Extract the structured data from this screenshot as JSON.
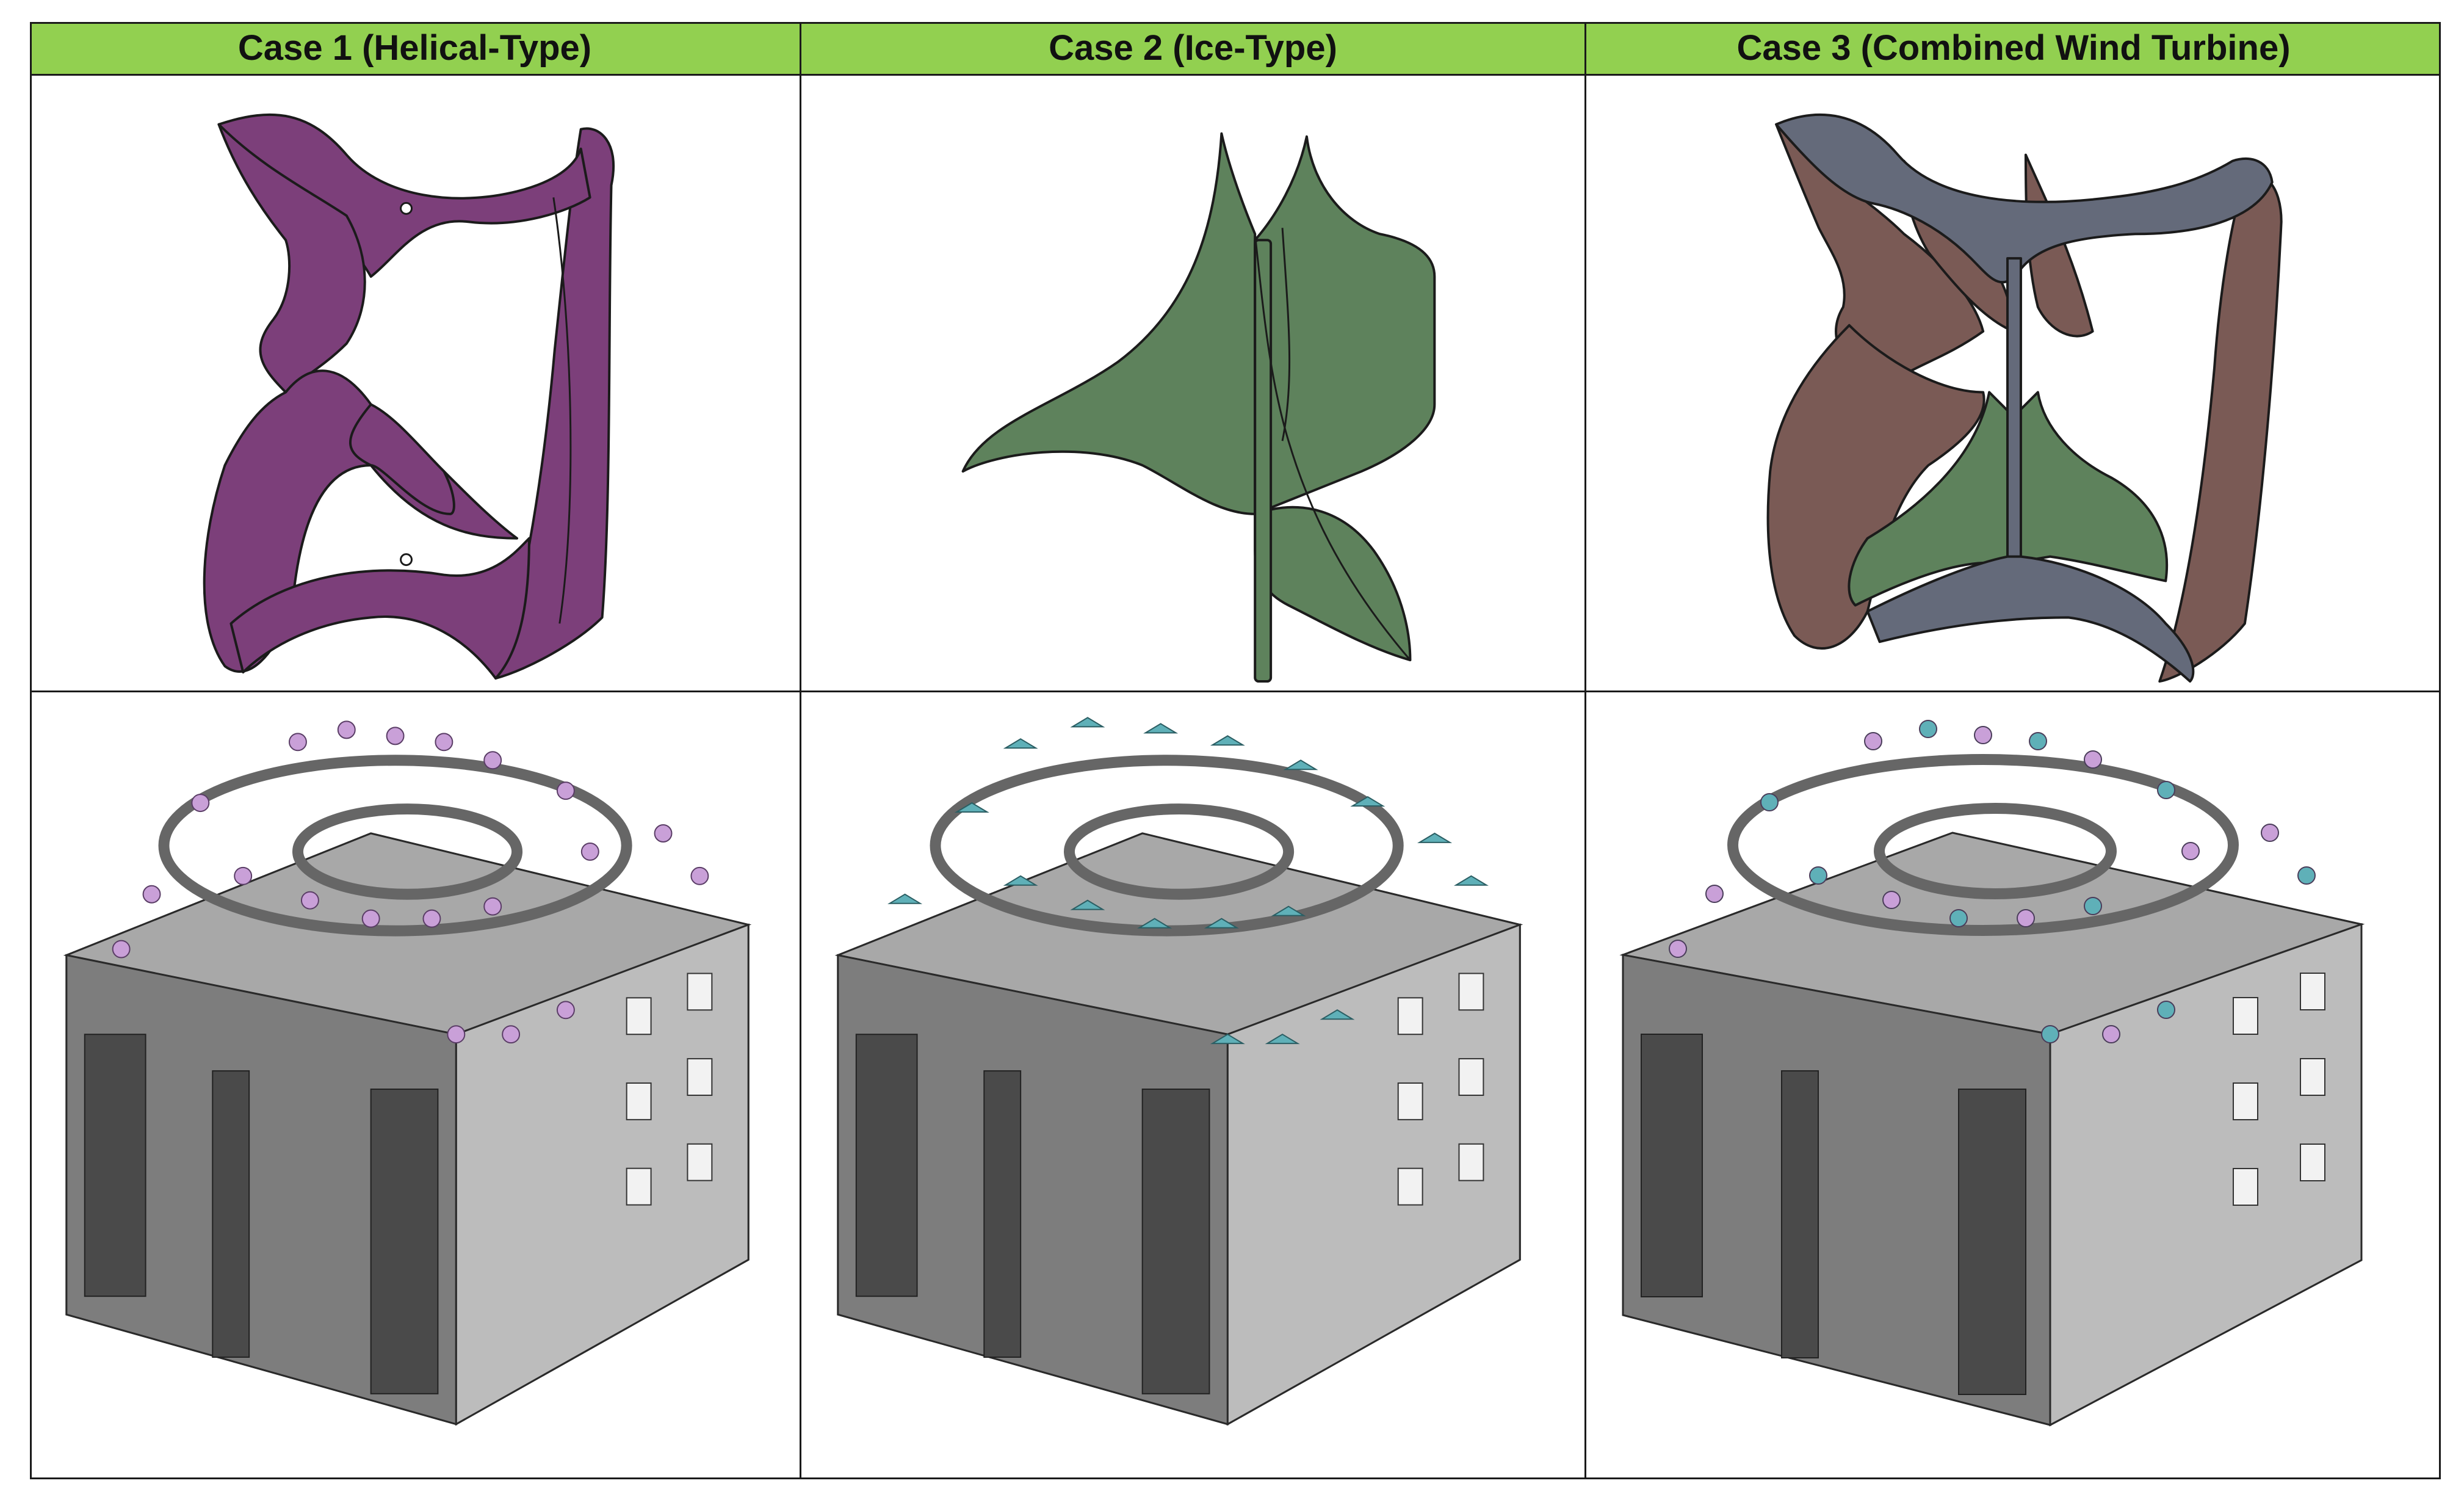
{
  "table": {
    "headers": [
      "Case 1 (Helical-Type)",
      "Case 2 (Ice-Type)",
      "Case 3 (Combined Wind Turbine)"
    ]
  },
  "colors": {
    "header_bg": "#92d050",
    "helical_blade": "#7c3f7a",
    "ice_blade": "#5e825c",
    "combined_frame": "#646a7a",
    "combined_blade": "#7a5a55",
    "small_helical": "#c9a0d8",
    "small_ice": "#5fb0b8"
  }
}
